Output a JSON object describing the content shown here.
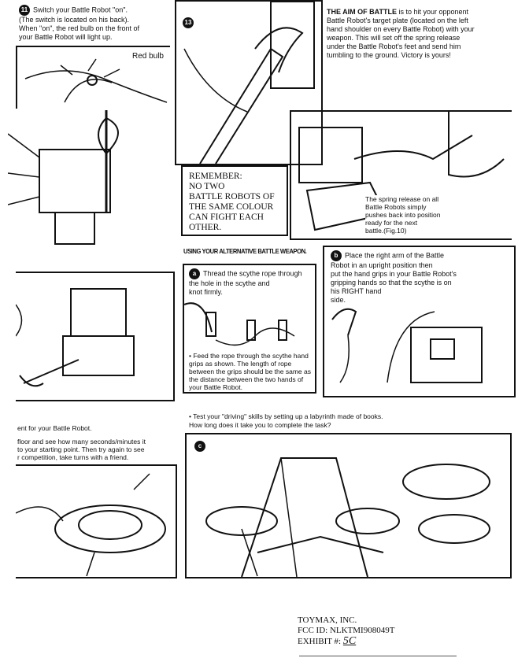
{
  "top_left": {
    "step_number": "11",
    "instruction": "Switch your Battle Robot \"on\".\n(The switch is located on his back).\nWhen \"on\", the red bulb on the front of\nyour Battle Robot will light up.",
    "red_bulb_label": "Red bulb"
  },
  "panel_13": {
    "step_number": "13"
  },
  "remember": {
    "text": "REMEMBER:\nNO TWO\nBATTLE ROBOTS OF\nTHE SAME COLOUR\nCAN FIGHT EACH\nOTHER."
  },
  "aim": {
    "heading": "THE AIM OF BATTLE",
    "text": " is to hit your opponent Battle Robot's target plate (located on the left hand shoulder on every Battle Robot) with your weapon. This will set off the spring release under the Battle Robot's feet and send him tumbling to the ground. Victory is yours!"
  },
  "spring": {
    "text": "The spring release on all\nBattle Robots simply\npushes back into position\nready for the next\nbattle.(Fig.10)"
  },
  "alt_weapon": {
    "heading": "USING YOUR ALTERNATIVE BATTLE WEAPON.",
    "step_a": {
      "number": "a",
      "text": "Thread the scythe rope through\nthe hole in the scythe and\nknot firmly."
    },
    "step_a_note": "• Feed the rope through the scythe hand grips as shown. The length of rope between the grips should be the same as the distance between the two hands of your Battle Robot.",
    "step_b": {
      "number": "b",
      "text": "Place the right arm of the Battle\nRobot in an upright position then\nput the hand grips in your Battle Robot's\ngripping hands so that the scythe is on\nhis RIGHT hand\nside."
    }
  },
  "bottom_left": {
    "line1": "ent for your Battle Robot.",
    "line2": "floor and see how many seconds/minutes it\nto your starting point. Then try again to see\nr competition, take turns with a friend."
  },
  "bottom_right": {
    "text": "• Test your \"driving\" skills by setting up a labyrinth made of books.\nHow long does it take you to complete the task?",
    "step_number": "c"
  },
  "footer": {
    "company": "TOYMAX, INC.",
    "fcc_id": "FCC ID:  NLKTMI908049T",
    "exhibit_label": "EXHIBIT #:",
    "exhibit_value": "5C"
  }
}
